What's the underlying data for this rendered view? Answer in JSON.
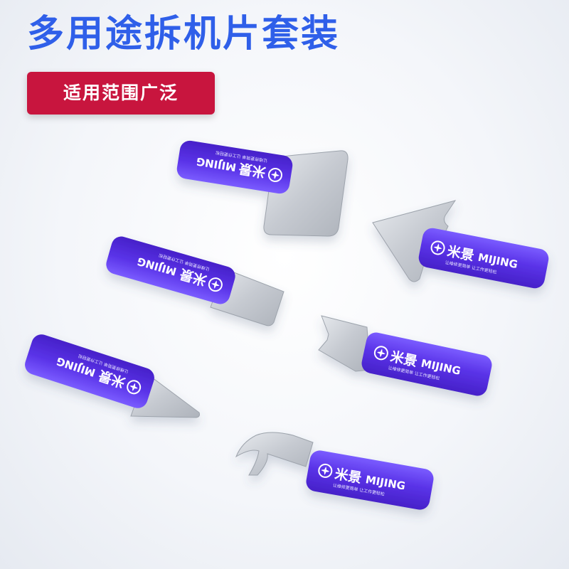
{
  "header": {
    "title": "多用途拆机片套装",
    "badge": "适用范围广泛"
  },
  "brand": {
    "name_cn": "米景",
    "name_en": "MIJING",
    "slogan": "让维修更简单 让工作更轻松"
  },
  "colors": {
    "title_blue": "#2f5fe9",
    "badge_red": "#c8153e",
    "handle_purple": "#5c34e6",
    "blade_silver": "#c9cdd4"
  },
  "icons": [
    "mijing-logo-icon"
  ]
}
